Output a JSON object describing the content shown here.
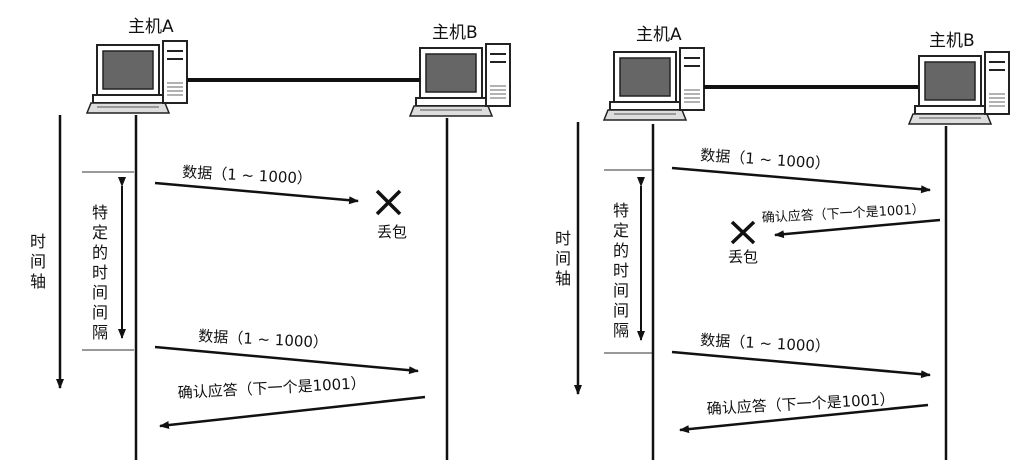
{
  "left": {
    "host_a": "主机A",
    "host_b": "主机B",
    "axis_chars": [
      "时",
      "间",
      "轴"
    ],
    "interval_chars": [
      "特",
      "定",
      "的",
      "时",
      "间",
      "间",
      "隔"
    ],
    "msg1": "数据（1 ~ 1000）",
    "loss": "丢包",
    "msg2": "数据（1 ~ 1000）",
    "ack": "确认应答（下一个是1001）"
  },
  "right": {
    "host_a": "主机A",
    "host_b": "主机B",
    "axis_chars": [
      "时",
      "间",
      "轴"
    ],
    "interval_chars": [
      "特",
      "定",
      "的",
      "时",
      "间",
      "间",
      "隔"
    ],
    "msg1": "数据（1 ~ 1000）",
    "ack_lost": "确认应答（下一个是1001）",
    "loss": "丢包",
    "msg2": "数据（1 ~ 1000）",
    "ack": "确认应答（下一个是1001）"
  }
}
